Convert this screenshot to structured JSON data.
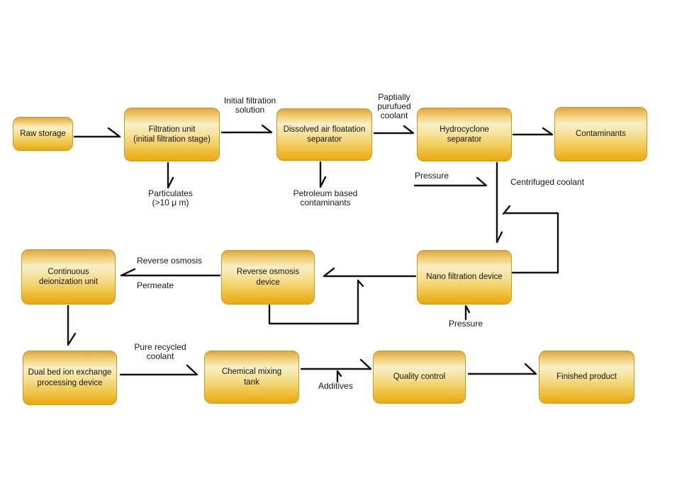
{
  "palette": {
    "node_fill_top": "#dfa53b",
    "node_fill_light": "#f8efc6",
    "node_fill_bottom": "#eaaa15",
    "node_border": "#c9991f",
    "connector_line": "#111111",
    "text_color": "#161616",
    "background": "#ffffff"
  },
  "nodes": [
    {
      "id": "raw-storage",
      "label": "Raw storage"
    },
    {
      "id": "filtration-unit",
      "label": "Filtration unit\n(initial filtration stage)"
    },
    {
      "id": "dissolved-air-floatation-separator",
      "label": "Dissolved air floatation\nseparator"
    },
    {
      "id": "hydrocyclone-separator",
      "label": "Hydrocyclone\nseparator"
    },
    {
      "id": "contaminants",
      "label": "Contaminants"
    },
    {
      "id": "nano-filtration-device",
      "label": "Nano filtration device"
    },
    {
      "id": "reverse-osmosis-device",
      "label": "Reverse osmosis\ndevice"
    },
    {
      "id": "continuous-deionization-unit",
      "label": "Continuous\ndeionization unit"
    },
    {
      "id": "dual-bed-ion-exchange-processing-device",
      "label": "Dual bed ion exchange\nprocessing device"
    },
    {
      "id": "chemical-mixing-tank",
      "label": "Chemical mixing\ntank"
    },
    {
      "id": "quality-control",
      "label": "Quality control"
    },
    {
      "id": "finished-product",
      "label": "Finished product"
    }
  ],
  "edge_labels": [
    {
      "id": "initial-filtration-solution",
      "label": "Initial filtration\nsolution"
    },
    {
      "id": "partially-purified-coolant",
      "label": "Paptially\npurufued\ncoolant"
    },
    {
      "id": "particulates",
      "label": "Particulates\n(>10 μ m)"
    },
    {
      "id": "petroleum-based-contaminants",
      "label": "Petroleum based\ncontaminants"
    },
    {
      "id": "pressure-top",
      "label": "Pressure"
    },
    {
      "id": "centrifuged-coolant",
      "label": "Centrifuged coolant"
    },
    {
      "id": "reverse-osmosis",
      "label": "Reverse osmosis"
    },
    {
      "id": "permeate",
      "label": "Permeate"
    },
    {
      "id": "pressure-bottom",
      "label": "Pressure"
    },
    {
      "id": "pure-recycled-coolant",
      "label": "Pure recycled\ncoolant"
    },
    {
      "id": "additives",
      "label": "Additives"
    }
  ]
}
